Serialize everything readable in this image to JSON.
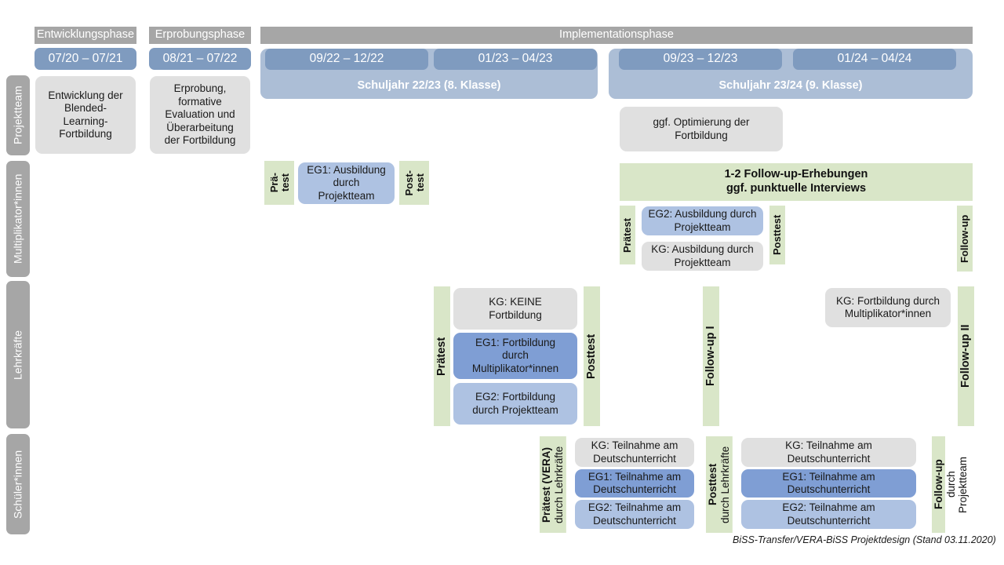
{
  "diagram": {
    "footer": "BiSS-Transfer/VERA-BiSS Projektdesign (Stand 03.11.2020)"
  },
  "phases": [
    {
      "label": "Entwicklungsphase"
    },
    {
      "label": "Erprobungsphase"
    },
    {
      "label": "Implementationsphase"
    }
  ],
  "periods": [
    {
      "label": "07/20 – 07/21"
    },
    {
      "label": "08/21 – 07/22"
    },
    {
      "label": "09/22 – 12/22"
    },
    {
      "label": "01/23 – 04/23"
    },
    {
      "label": "09/23 – 12/23"
    },
    {
      "label": "01/24 – 04/24"
    }
  ],
  "school_years": [
    {
      "label": "Schuljahr 22/23 (8. Klasse)"
    },
    {
      "label": "Schuljahr 23/24 (9. Klasse)"
    }
  ],
  "rows": [
    {
      "label": "Projektteam"
    },
    {
      "label": "Multiplikator*innen"
    },
    {
      "label": "Lehrkräfte"
    },
    {
      "label": "Schüler*innen"
    }
  ],
  "projektteam": {
    "entwicklung": "Entwicklung der\nBlended-\nLearning-\nFortbildung",
    "erprobung": "Erprobung,\nformative\nEvaluation und\nÜberarbeitung\nder Fortbildung",
    "optimierung": "ggf. Optimierung der\nFortbildung"
  },
  "multiplikatoren": {
    "praetest_line1": "Prä-",
    "praetest_line2": "test",
    "eg1": "EG1: Ausbildung\ndurch\nProjektteam",
    "posttest_line1": "Post-",
    "posttest_line2": "test",
    "followup_banner": "1-2 Follow-up-Erhebungen\nggf. punktuelle Interviews",
    "praetest2": "Prätest",
    "eg2": "EG2: Ausbildung durch\nProjektteam",
    "kg": "KG: Ausbildung durch\nProjektteam",
    "posttest2": "Posttest",
    "followup": "Follow-up"
  },
  "lehrkraefte": {
    "praetest": "Prätest",
    "kg": "KG:  KEINE\nFortbildung",
    "eg1": "EG1: Fortbildung\ndurch\nMultiplikator*innen",
    "eg2": "EG2: Fortbildung\ndurch Projektteam",
    "posttest": "Posttest",
    "followup_1": "Follow-up I",
    "kg_followup": "KG: Fortbildung durch\nMultiplikator*innen",
    "followup_2": "Follow-up II"
  },
  "schueler": {
    "praetest_main": "Prätest (VERA)",
    "praetest_sub": "durch Lehrkräfte",
    "kg_1": "KG: Teilnahme am\nDeutschunterricht",
    "eg1_1": "EG1: Teilnahme am\nDeutschunterricht",
    "eg2_1": "EG2: Teilnahme am\nDeutschunterricht",
    "posttest_main": "Posttest",
    "posttest_sub": "durch Lehrkräfte",
    "kg_2": "KG: Teilnahme am\nDeutschunterricht",
    "eg1_2": "EG1: Teilnahme am\nDeutschunterricht",
    "eg2_2": "EG2: Teilnahme am\nDeutschunterricht",
    "followup_main": "Follow-up",
    "followup_sub": "durch\nProjektteam"
  },
  "colors": {
    "phase_grey": "#a6a6a6",
    "quarter_blue": "#7f9bbf",
    "schoolyear_blue": "#acbed6",
    "box_grey": "#e0e0e0",
    "eg1_blue": "#7f9ed4",
    "eg2_blue": "#aec2e2",
    "test_green": "#d9e6c8"
  }
}
